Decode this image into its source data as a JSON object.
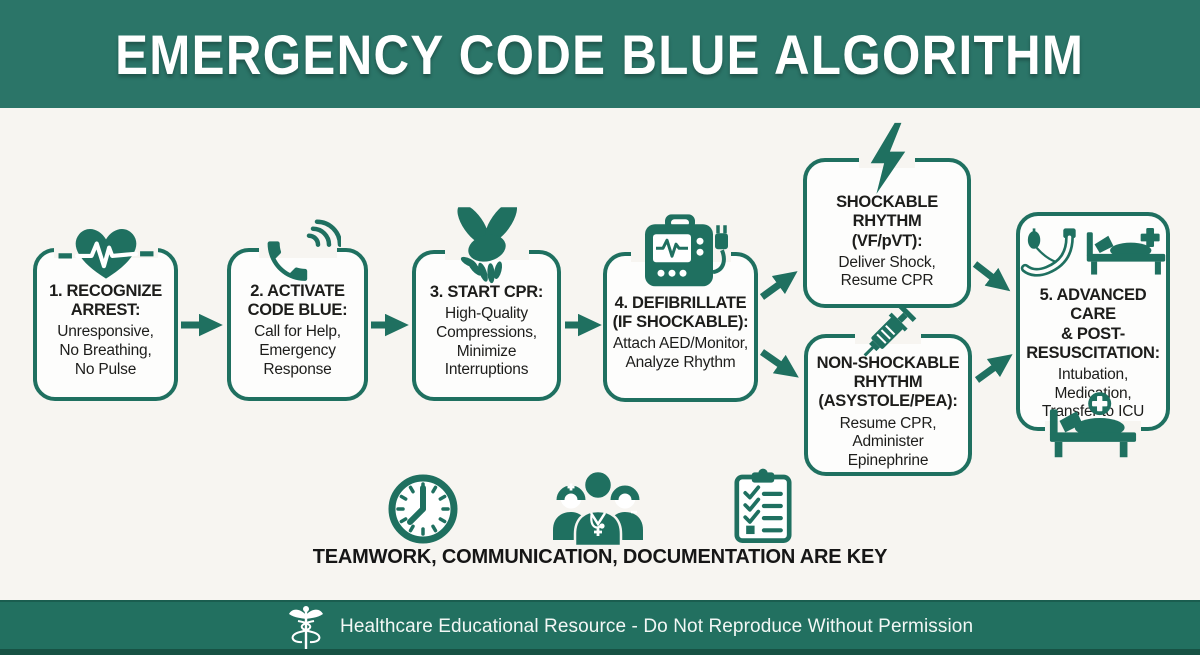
{
  "title": "EMERGENCY CODE BLUE ALGORITHM",
  "colors": {
    "header_bg": "#2B7568",
    "accent_teal": "#1F7060",
    "footer_bg": "#227060",
    "footer_edge": "#175244",
    "canvas_bg": "#F7F5F1",
    "text": "#1D1D1B"
  },
  "flow": {
    "steps": [
      {
        "id": "step-1",
        "icon": "heart-ecg-icon",
        "title": "1. RECOGNIZE\nARREST:",
        "body": "Unresponsive,\nNo Breathing,\nNo Pulse"
      },
      {
        "id": "step-2",
        "icon": "phone-icon",
        "title": "2. ACTIVATE\nCODE BLUE:",
        "body": "Call for Help,\nEmergency\nResponse"
      },
      {
        "id": "step-3",
        "icon": "cpr-hands-icon",
        "title": "3. START CPR:",
        "body": "High-Quality\nCompressions,\nMinimize\nInterruptions"
      },
      {
        "id": "step-4",
        "icon": "defibrillator-icon",
        "title": "4. DEFIBRILLATE\n(IF SHOCKABLE):",
        "body": "Attach AED/Monitor,\nAnalyze Rhythm"
      },
      {
        "id": "branch-shockable",
        "icon": "lightning-bolt-icon",
        "title": "SHOCKABLE\nRHYTHM\n(VF/pVT):",
        "body": "Deliver Shock,\nResume CPR"
      },
      {
        "id": "branch-non-shockable",
        "icon": "syringe-icon",
        "title": "NON-SHOCKABLE\nRHYTHM\n(ASYSTOLE/PEA):",
        "body": "Resume CPR,\nAdminister\nEpinephrine"
      },
      {
        "id": "step-5",
        "icon": "intubation-icon, hospital-bed-cross-icon, hospital-bed-plus-icon",
        "title": "5. ADVANCED CARE\n& POST-\nRESUSCITATION:",
        "body": "Intubation,\nMedication,\nTransfer to ICU"
      }
    ]
  },
  "key_message": {
    "text": "TEAMWORK, COMMUNICATION, DOCUMENTATION ARE KEY",
    "icons": [
      "clock-icon",
      "medical-team-icon",
      "checklist-icon"
    ]
  },
  "footer": {
    "icon": "caduceus-icon",
    "text": "Healthcare Educational Resource - Do Not Reproduce Without Permission"
  }
}
